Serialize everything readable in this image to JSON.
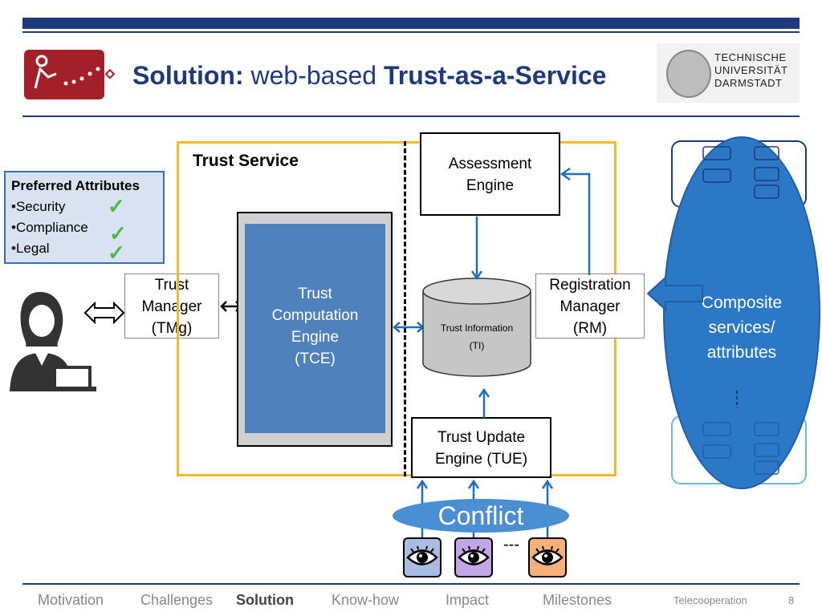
{
  "title": {
    "bold1": "Solution:",
    "mid": " web-based ",
    "bold2": "Trust-as-a-Service"
  },
  "university": {
    "line1": "TECHNISCHE",
    "line2": "UNIVERSITÄT",
    "line3": "DARMSTADT"
  },
  "preferred": {
    "title": "Preferred Attributes",
    "items": [
      "Security",
      "Compliance",
      "Legal"
    ]
  },
  "trust_service_label": "Trust Service",
  "trust_manager": {
    "l1": "Trust",
    "l2": "Manager",
    "l3": "(TMg)"
  },
  "tce": {
    "l1": "Trust",
    "l2": "Computation",
    "l3": "Engine",
    "l4": "(TCE)"
  },
  "assessment": {
    "l1": "Assessment",
    "l2": "Engine"
  },
  "trust_info": {
    "l1": "Trust Information",
    "l2": "(TI)"
  },
  "registration": {
    "l1": "Registration",
    "l2": "Manager",
    "l3": "(RM)"
  },
  "tue": {
    "l1": "Trust Update",
    "l2": "Engine  (TUE)"
  },
  "composite": {
    "l1": "Composite",
    "l2": "services/",
    "l3": "attributes"
  },
  "conflict": "Conflict",
  "dashes": "---",
  "nav": [
    "Motivation",
    "Challenges",
    "Solution",
    "Know-how",
    "Impact",
    "Milestones"
  ],
  "footer": {
    "org": "Telecooperation",
    "page": "8"
  },
  "colors": {
    "accent": "#1f3a7a",
    "trust_service_border": "#f2b929",
    "tce_blue": "#4f81bd",
    "ellipse": "#2b78c6",
    "check": "#4cb848",
    "logo_red": "#a3202a"
  },
  "eye_colors": [
    "#a9bde3",
    "#c3a6e8",
    "#f8b07a"
  ]
}
